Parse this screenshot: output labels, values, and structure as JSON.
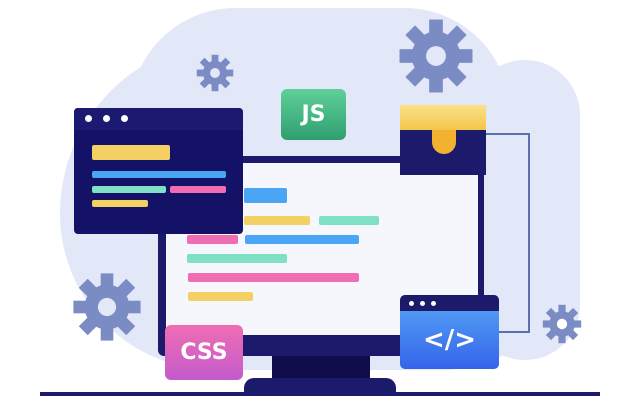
{
  "illustration": {
    "subject": "web development",
    "badges": {
      "js_label": "JS",
      "css_label": "CSS",
      "code_label": "</>"
    },
    "colors": {
      "background_blob": "#e3e8f8",
      "navy": "#1b1a6b",
      "screen": "#f5f7fd",
      "yellow": "#f4cf63",
      "blue": "#4aa5f4",
      "teal": "#7fe0c6",
      "pink": "#f06db3",
      "gear": "#7b8cc4",
      "js_green": "#3fb37f",
      "css_pink": "#d563c0",
      "code_blue": "#3b7cf0",
      "chest_orange": "#f2b230",
      "connector": "#5d6fb0"
    }
  }
}
